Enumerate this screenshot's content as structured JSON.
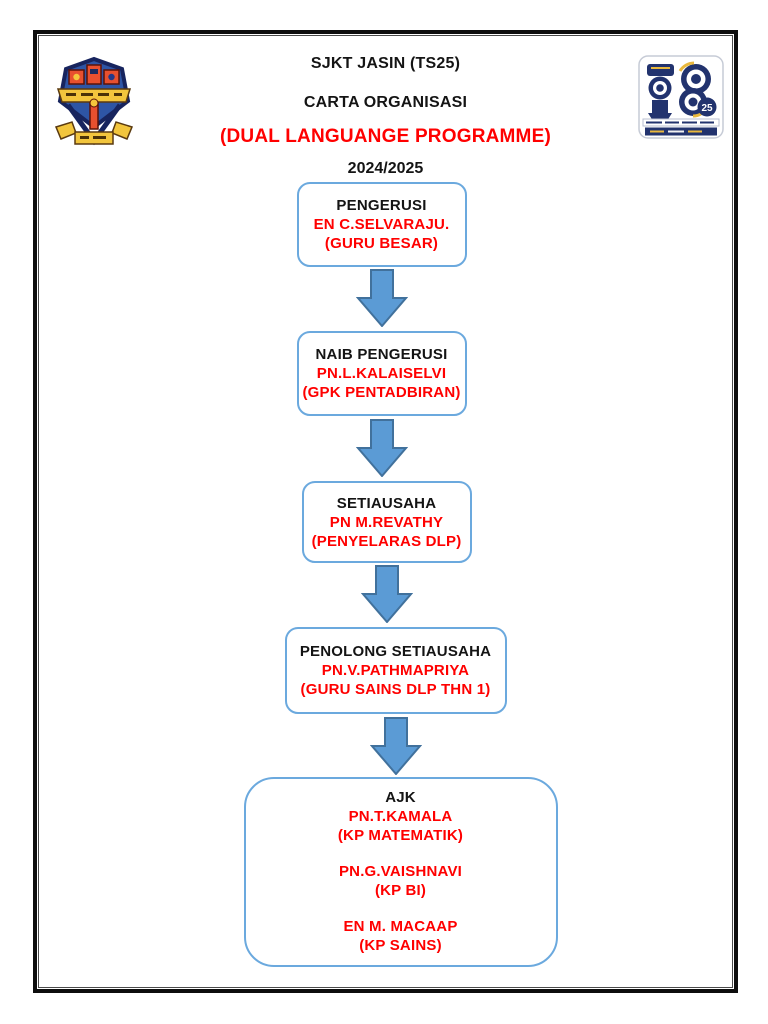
{
  "page": {
    "title_line1": "SJKT JASIN (TS25)",
    "title_line2": "CARTA ORGANISASI",
    "title_line3": "(DUAL LANGUANGE PROGRAMME)",
    "title_line4": "2024/2025"
  },
  "logos": {
    "left": {
      "name": "school-crest"
    },
    "right": {
      "name": "ts25-logo",
      "badge_text": "25"
    }
  },
  "colors": {
    "accent_red": "#ff0000",
    "text_black": "#141414",
    "node_border_blue": "#6BA9DE",
    "arrow_fill": "#5B9BD5",
    "arrow_outline": "#41719C",
    "frame_black": "#0d0d0d"
  },
  "chart": {
    "type": "org-chart",
    "nodes": [
      {
        "role": "PENGERUSI",
        "name": "EN C.SELVARAJU.",
        "position": "(GURU BESAR)"
      },
      {
        "role": "NAIB PENGERUSI",
        "name": "PN.L.KALAISELVI",
        "position": "(GPK PENTADBIRAN)"
      },
      {
        "role": "SETIAUSAHA",
        "name": "PN M.REVATHY",
        "position": "(PENYELARAS DLP)"
      },
      {
        "role": "PENOLONG SETIAUSAHA",
        "name": "PN.V.PATHMAPRIYA",
        "position": "(GURU SAINS DLP THN 1)"
      },
      {
        "role": "AJK",
        "members": [
          {
            "name": "PN.T.KAMALA",
            "position": "(KP MATEMATIK)"
          },
          {
            "name": "PN.G.VAISHNAVI",
            "position": "(KP BI)"
          },
          {
            "name": "EN M. MACAAP",
            "position": "(KP SAINS)"
          }
        ]
      }
    ]
  }
}
